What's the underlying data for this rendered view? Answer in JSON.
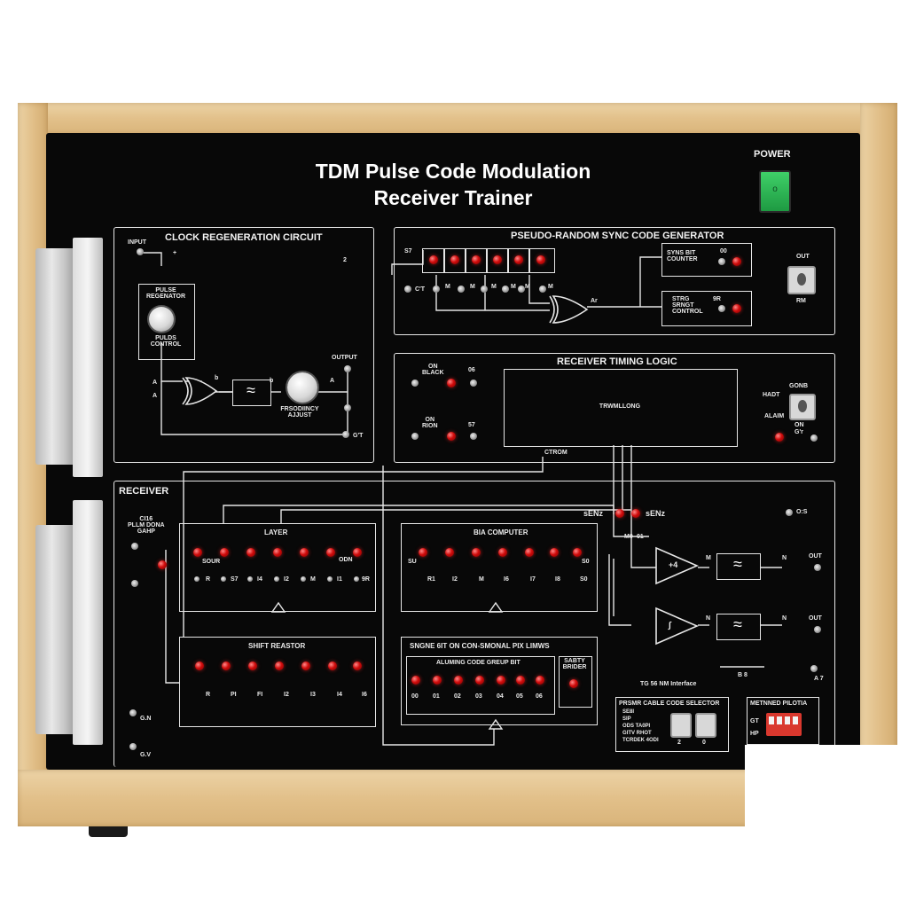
{
  "title": {
    "line1": "TDM Pulse Code Modulation",
    "line2": "Receiver Trainer"
  },
  "power": {
    "label": "POWER",
    "switch_mark": "o",
    "switch_color": "#22b04a"
  },
  "clock": {
    "title": "CLOCK REGENERATION CIRCUIT",
    "input": "INPUT",
    "plus": "+",
    "two": "2",
    "pulse": "PULSE\nREGENATOR",
    "puls_control": "PULDS\nCONTROL",
    "a1": "A",
    "a2": "A",
    "b": "b",
    "b2": "b",
    "freq": "FRSODIINCY\nAJJUST",
    "output": "OUTPUT",
    "a3": "A",
    "gt": "G'T",
    "filter_symbol": "≈"
  },
  "prsg": {
    "title": "PSEUDO-RANDOM SYNC CODE GENERATOR",
    "st": "S7",
    "ct": "C'T",
    "bits": [
      "M",
      "M",
      "M",
      "M",
      "M",
      "M"
    ],
    "ar": "Ar",
    "sync_bit": "SYNS BIT\nCOUNTER",
    "sync_num": "00",
    "stag": "STRG\nSRNGT\nCONTROL",
    "stag_num": "9R",
    "out": "OUT",
    "rm": "RM"
  },
  "timing": {
    "title": "RECEIVER TIMING LOGIC",
    "on_black": "ON\nBLACK",
    "n06": "06",
    "on_rion": "ON\nRION",
    "n57": "57",
    "center": "TRWMLLONG",
    "right_top": "GONB",
    "right_hadt": "HADT",
    "alaim": "ALAIM",
    "on": "ON",
    "gr": "G'r",
    "ctrom": "CTROM"
  },
  "receiver": {
    "title": "RECEIVER",
    "side": "CI16\nPLLM DONA\nGAHP",
    "layer": "LAYER",
    "layer_labels_top": [
      "SOUR",
      "",
      "",
      "",
      "",
      "",
      "ODN",
      ""
    ],
    "layer_labels_bot": [
      "R",
      "S7",
      "I4",
      "I2",
      "M",
      "I1",
      "9R"
    ],
    "shift": "SHIFT REASTOR",
    "shift_labels": [
      "R",
      "PI",
      "FI",
      "I2",
      "I3",
      "I4",
      "I6"
    ],
    "bia": "BIA COMPUTER",
    "bia_labels": [
      "R1",
      "I2",
      "M",
      "I6",
      "I7",
      "I8",
      "S0"
    ],
    "bia_su": "SU",
    "bia_s0": "S0",
    "group": "SNGNE 6IT ON CON-SMONAL PIX LIMWS",
    "align": "ALUMING CODE GREUP BIT",
    "align_bits": [
      "00",
      "01",
      "02",
      "03",
      "04",
      "05",
      "06"
    ],
    "safety": "SABTY\nBRIDER",
    "sehz1": "sENz",
    "sehz2": "sENz",
    "m0": "M0",
    "o1": "01",
    "os": "O:S",
    "out1": "OUT",
    "out2": "OUT",
    "n1": "N",
    "n2": "N",
    "x1": "M",
    "x2": "N",
    "amp_symbol": "+4",
    "amp_symbol2": "∫",
    "filter": "≈",
    "b8": "B 8",
    "a7": "A 7",
    "tg": "TG 56 NM Interface",
    "cable_title": "PRSMR CABLE CODE SELECTOR",
    "cable_items": [
      "SE8I",
      "SIP",
      "ODS TA0PI",
      "GITV RHOT",
      "TCRDEK 4ODI"
    ],
    "cable_nums": [
      "2",
      "0"
    ],
    "metn_title": "METNNED PILOTIA",
    "metn_a": "GT",
    "metn_b": "HP",
    "gn": "G.N",
    "gv": "G.V"
  }
}
